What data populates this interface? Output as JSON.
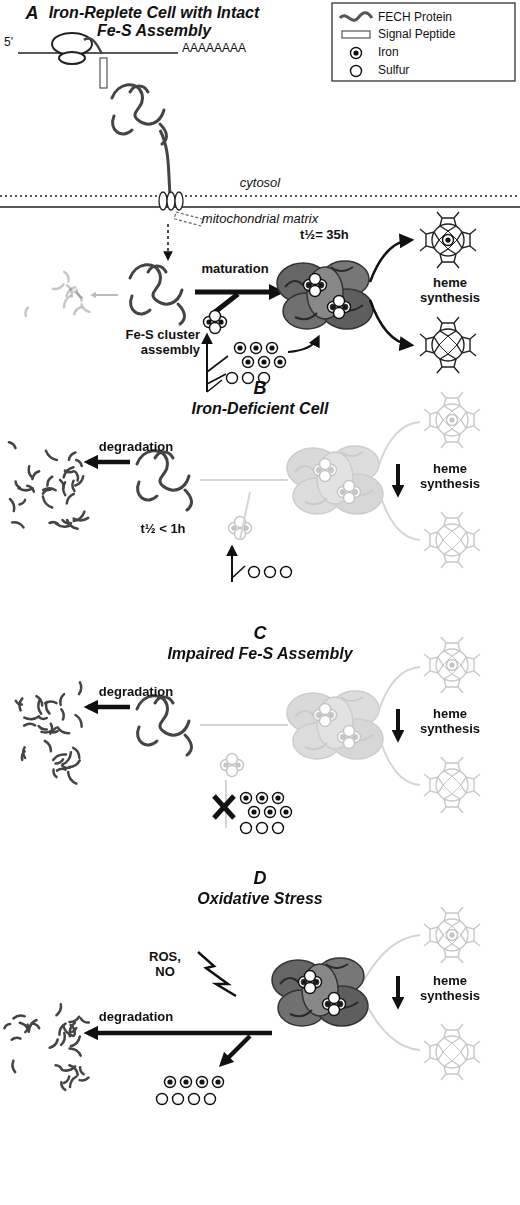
{
  "diagram": {
    "labels": [
      "A",
      "Iron-Replete Cell with Intact Fe-S Assembly",
      "5'",
      "AAAAAAAA",
      "cytosol",
      "mitochondrial matrix",
      "t½= 35h",
      "maturation",
      "heme synthesis",
      "Fe-S cluster assembly",
      "B",
      "Iron-Deficient Cell",
      "degradation",
      "t½ < 1h",
      "heme synthesis",
      "C",
      "Impaired Fe-S Assembly",
      "degradation",
      "heme synthesis",
      "D",
      "Oxidative Stress",
      "ROS, NO",
      "degradation",
      "heme synthesis"
    ],
    "legend": [
      {
        "text": "FECH Protein"
      },
      {
        "text": "Signal Peptide"
      },
      {
        "text": "Iron"
      },
      {
        "text": "Sulfur"
      }
    ]
  }
}
